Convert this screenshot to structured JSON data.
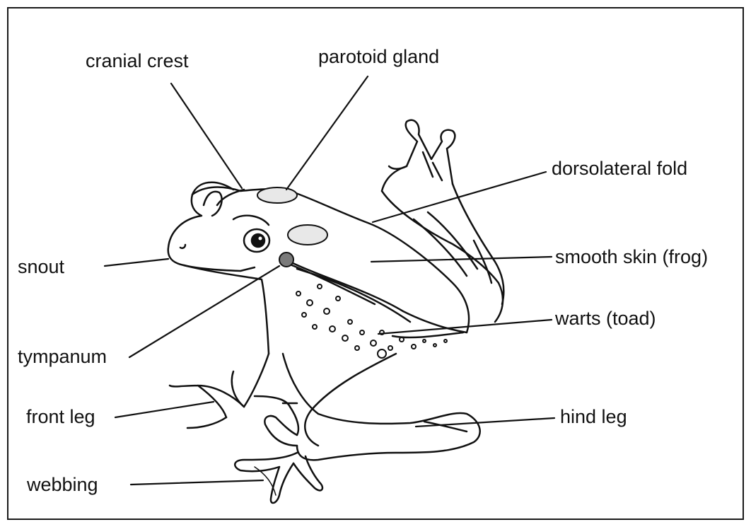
{
  "colors": {
    "ink": "#111111",
    "gland_fill": "#e8e8e8",
    "tympanum_fill": "#7a7a7a",
    "frame": "#1a1a1a"
  },
  "labels": {
    "cranial_crest": "cranial crest",
    "parotoid_gland": "parotoid gland",
    "dorsolateral_fold": "dorsolateral fold",
    "snout": "snout",
    "smooth_skin": "smooth skin (frog)",
    "warts": "warts (toad)",
    "tympanum": "tympanum",
    "front_leg": "front leg",
    "hind_leg": "hind leg",
    "webbing": "webbing"
  }
}
